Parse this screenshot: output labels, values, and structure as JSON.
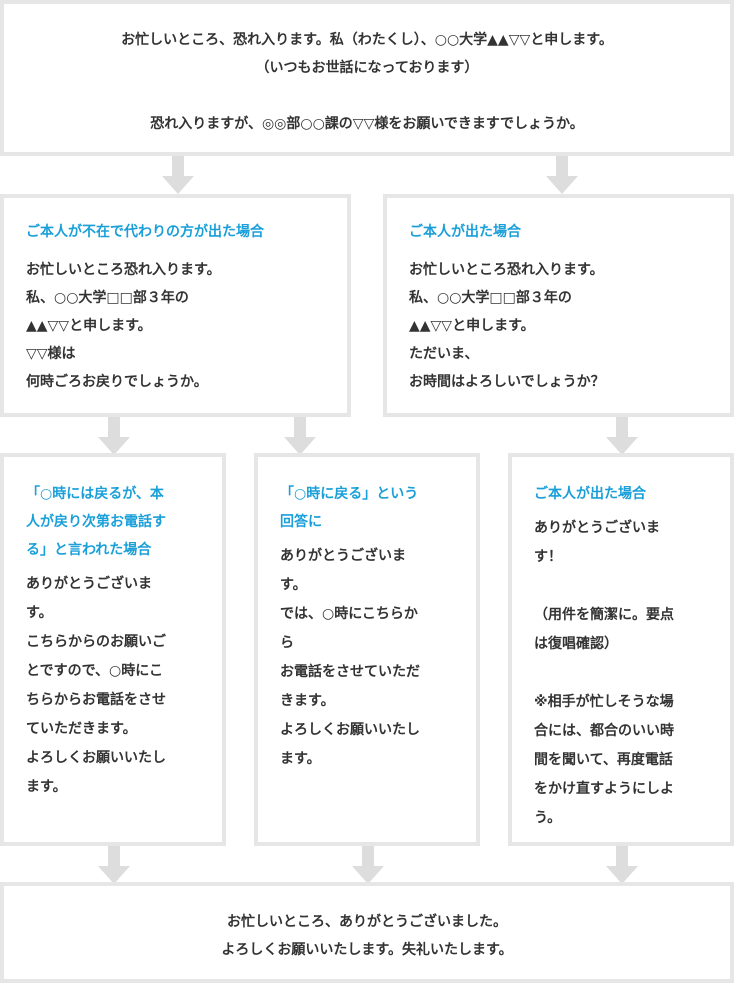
{
  "top": {
    "lines": [
      "お忙しいところ、恐れ入ります。私（わたくし）、○○大学▲▲▽▽と申します。",
      "（いつもお世話になっております）",
      "",
      "恐れ入りますが、◎◎部○○課の▽▽様をお願いできますでしょうか。"
    ]
  },
  "left_mid": {
    "heading": "ご本人が不在で代わりの方が出た場合",
    "body": "お忙しいところ恐れ入ります。\n私、○○大学□□部３年の\n▲▲▽▽と申します。\n▽▽様は\n何時ごろお戻りでしょうか。"
  },
  "right_mid": {
    "heading": "ご本人が出た場合",
    "body": "お忙しいところ恐れ入ります。\n私、○○大学□□部３年の\n▲▲▽▽と申します。\nただいま、\nお時間はよろしいでしょうか？"
  },
  "col1": {
    "heading": "「○時には戻るが、本\n人が戻り次第お電話す\nる」と言われた場合",
    "body": "ありがとうございま\nす。\nこちらからのお願いご\nとですので、○時にこ\nちらからお電話をさせ\nていただきます。\nよろしくお願いいたし\nます。"
  },
  "col2": {
    "heading": "「○時に戻る」という\n回答に",
    "body": "ありがとうございま\nす。\nでは、○時にこちらか\nら\nお電話をさせていただ\nきます。\nよろしくお願いいたし\nます。"
  },
  "col3": {
    "heading": "ご本人が出た場合",
    "body": "ありがとうございま\nす！\n\n（用件を簡潔に。要点\nは復唱確認）\n\n※相手が忙しそうな場\n合には、都合のいい時\n間を聞いて、再度電話\nをかけ直すようにしよ\nう。"
  },
  "bottom": {
    "lines": [
      "お忙しいところ、ありがとうございました。",
      "よろしくお願いいたします。失礼いたします。"
    ]
  },
  "colors": {
    "border": "#e6e6e6",
    "arrow": "#dddddd",
    "heading": "#1a9fd9",
    "text": "#333333"
  }
}
